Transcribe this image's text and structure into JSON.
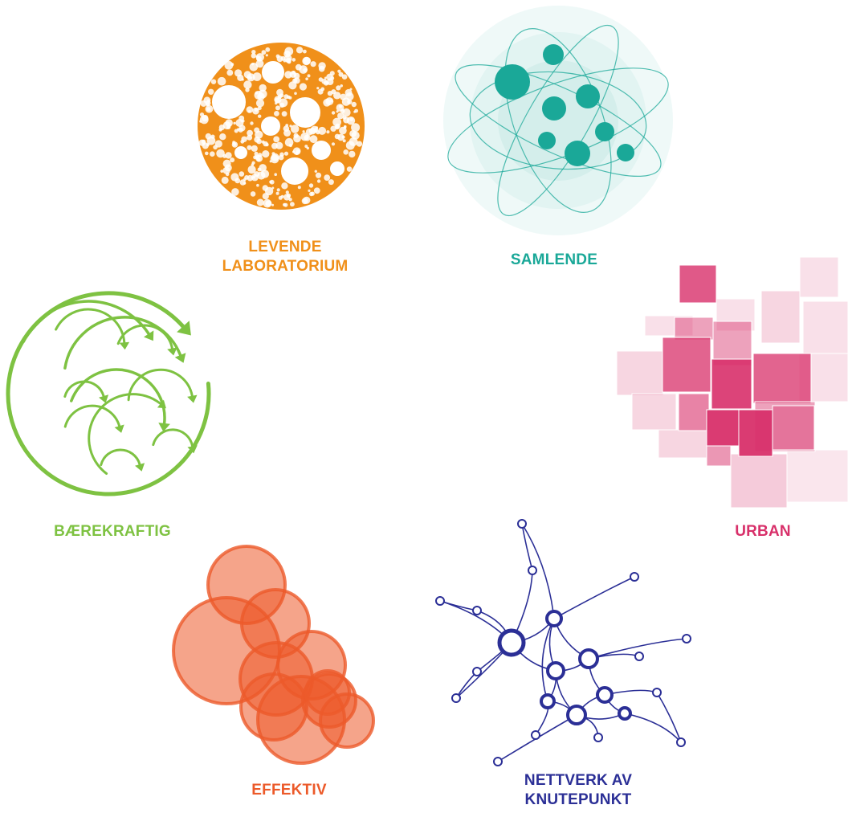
{
  "colors": {
    "orange": "#f0901a",
    "teal": "#1aa898",
    "pink": "#d8306a",
    "green": "#7ec242",
    "red_orange": "#ec5a2a",
    "navy": "#2b2f96"
  },
  "concepts": [
    {
      "id": "levende",
      "lines": [
        "LEVENDE",
        "LABORATORIUM"
      ],
      "icon": "bubbles-icon",
      "color": "#f0901a"
    },
    {
      "id": "samlende",
      "lines": [
        "SAMLENDE"
      ],
      "icon": "atom-network-icon",
      "color": "#1aa898"
    },
    {
      "id": "urban",
      "lines": [
        "URBAN"
      ],
      "icon": "squares-mosaic-icon",
      "color": "#d8306a"
    },
    {
      "id": "baerekraftig",
      "lines": [
        "BÆREKRAFTIG"
      ],
      "icon": "cycle-arrows-icon",
      "color": "#7ec242"
    },
    {
      "id": "effektiv",
      "lines": [
        "EFFEKTIV"
      ],
      "icon": "overlapping-circles-icon",
      "color": "#ec5a2a"
    },
    {
      "id": "nettverk",
      "lines": [
        "NETTVERK AV",
        "KNUTEPUNKT"
      ],
      "icon": "node-network-icon",
      "color": "#2b2f96"
    }
  ]
}
